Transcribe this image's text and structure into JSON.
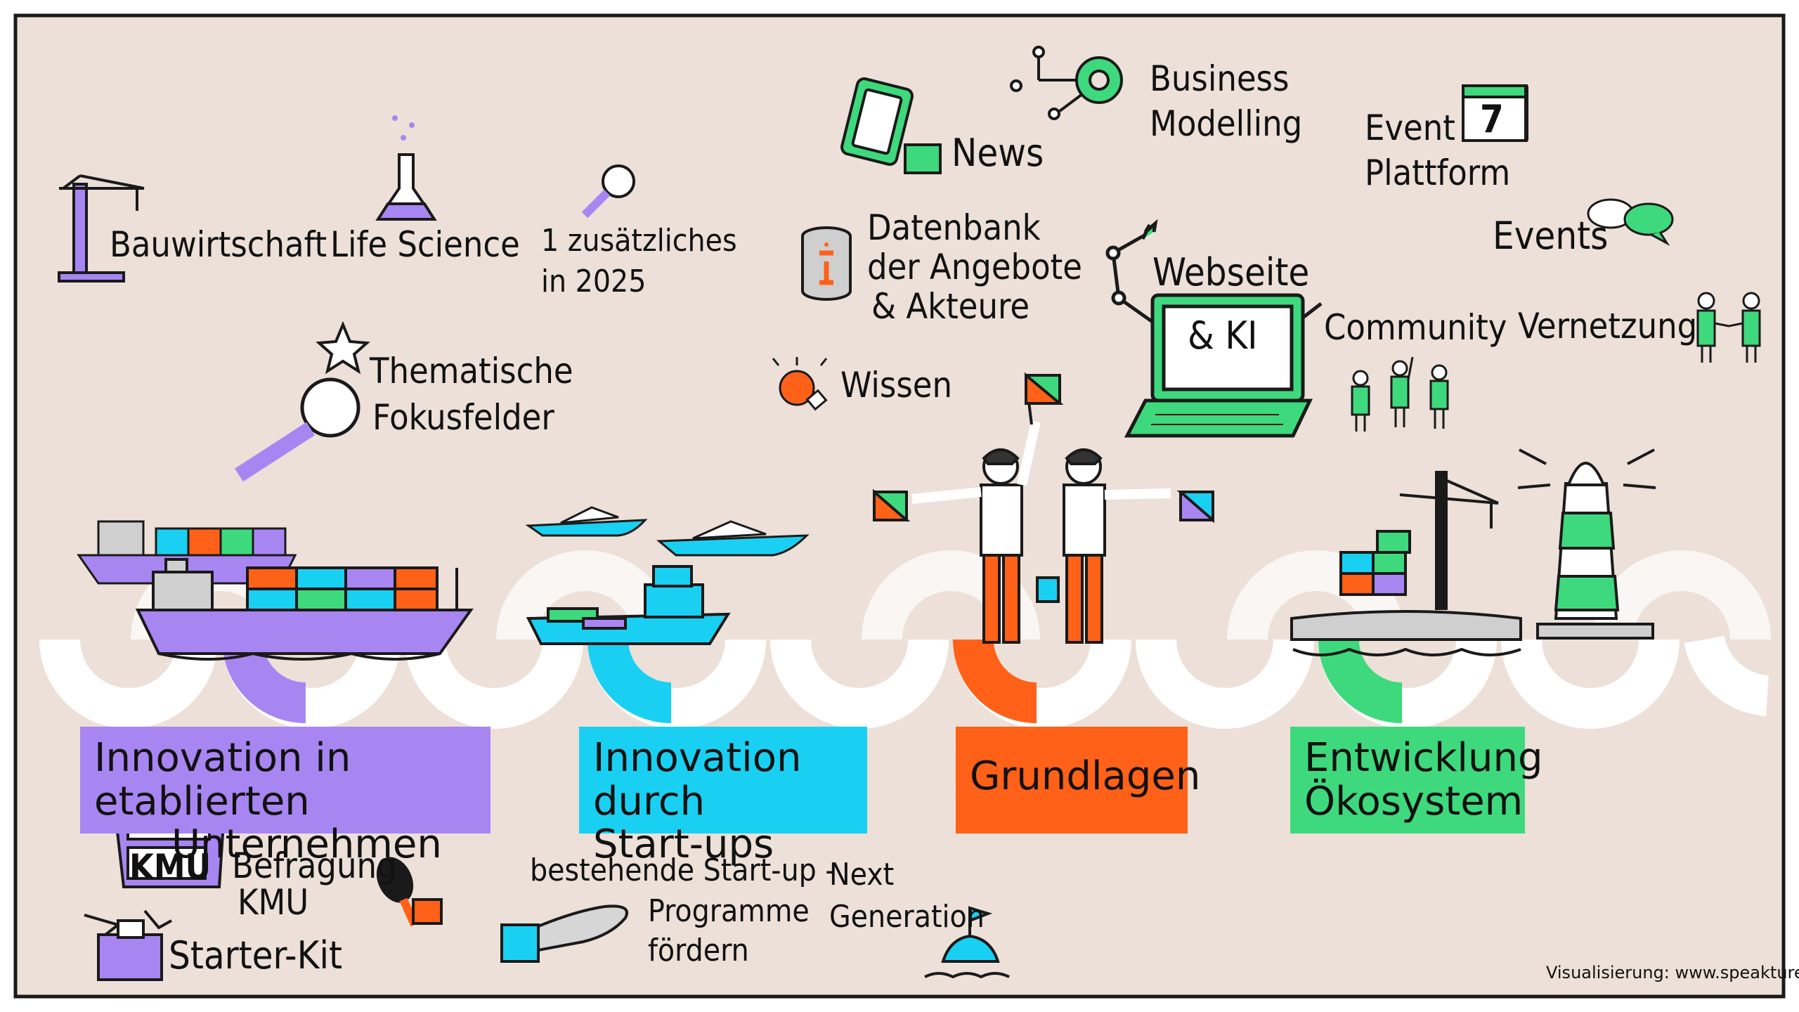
{
  "colors": {
    "background": "#ece0d8",
    "frame": "#1a1a1a",
    "purple": "#a886f2",
    "cyan": "#1ad0f2",
    "orange": "#ff6119",
    "green": "#3ed97d",
    "wave": "#ffffff"
  },
  "topics": {
    "construction": "Bauwirtschaft",
    "life_science": "Life Science",
    "additional_line1": "1 zusätzliches",
    "additional_line2": "in 2025",
    "focus_line1": "Thematische",
    "focus_line2": "Fokusfelder"
  },
  "knowledge": {
    "news": "News",
    "business_line1": "Business",
    "business_line2": "Modelling",
    "database_line1": "Datenbank",
    "database_line2": "der Angebote",
    "database_line3": "& Akteure",
    "wissen": "Wissen",
    "website": "Webseite",
    "ki": "& KI"
  },
  "ecosystem": {
    "event_platform_line1": "Event",
    "event_platform_line2": "Plattform",
    "calendar_day": "7",
    "events": "Events",
    "community": "Community",
    "networking": "Vernetzung"
  },
  "pillars": [
    {
      "line1": "Innovation in etablierten",
      "line2": "Unternehmen",
      "color": "#a886f2"
    },
    {
      "line1": "Innovation durch",
      "line2": "Start-ups",
      "color": "#1ad0f2"
    },
    {
      "line1": "Grundlagen",
      "line2": "",
      "color": "#ff6119"
    },
    {
      "line1": "Entwicklung",
      "line2": "Ökosystem",
      "color": "#3ed97d"
    }
  ],
  "bottom": {
    "kmu_sign": "KMU",
    "survey_line1": "Befragung",
    "survey_line2": "KMU",
    "starter_kit": "Starter-Kit",
    "startup_line1": "bestehende Start-up -",
    "startup_line2": "Programme",
    "startup_line3": "fördern",
    "next_line1": "Next",
    "next_line2": "Generation"
  },
  "credit": "Visualisierung: www.speakture.ch"
}
